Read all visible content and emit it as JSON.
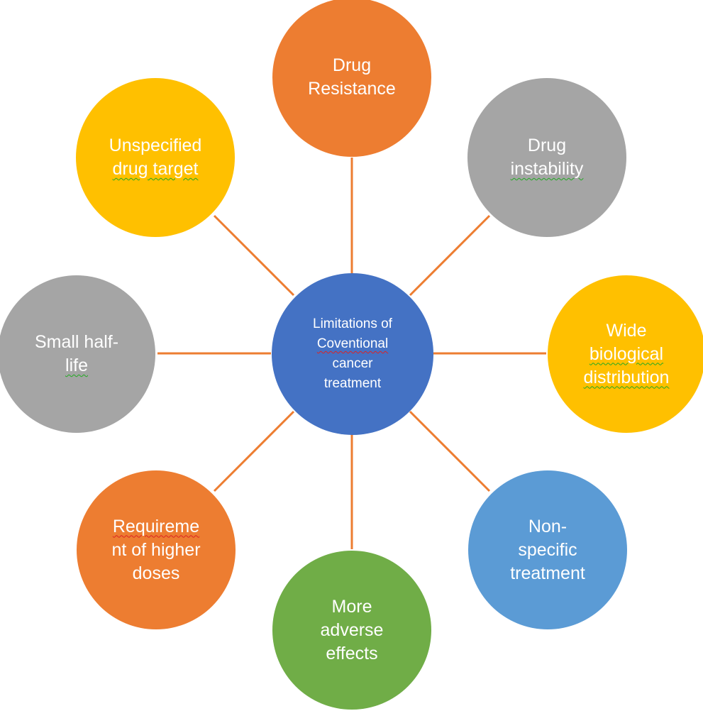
{
  "center": {
    "lines": [
      "Limitations of",
      "Coventional",
      "cancer",
      "treatment"
    ],
    "color": "#4472C4"
  },
  "nodes": [
    {
      "id": "drug-resistance",
      "lines": [
        "Drug",
        "Resistance"
      ],
      "color": "#ED7D31"
    },
    {
      "id": "drug-instability",
      "lines": [
        "Drug",
        "instability"
      ],
      "color": "#A5A5A5"
    },
    {
      "id": "wide-biological-distribution",
      "lines": [
        "Wide",
        "biological",
        "distribution"
      ],
      "color": "#FFC000"
    },
    {
      "id": "non-specific-treatment",
      "lines": [
        "Non-",
        "specific",
        "treatment"
      ],
      "color": "#5B9BD5"
    },
    {
      "id": "more-adverse-effects",
      "lines": [
        "More",
        "adverse",
        "effects"
      ],
      "color": "#70AD47"
    },
    {
      "id": "requirement-of-higher-doses",
      "lines": [
        "Requireme",
        "nt of higher",
        "doses"
      ],
      "color": "#ED7D31"
    },
    {
      "id": "small-half-life",
      "lines": [
        "Small half-",
        "life"
      ],
      "color": "#A5A5A5"
    },
    {
      "id": "unspecified-drug-target",
      "lines": [
        "Unspecified",
        "drug target"
      ],
      "color": "#FFC000"
    }
  ],
  "connector_color": "#ED7D31"
}
